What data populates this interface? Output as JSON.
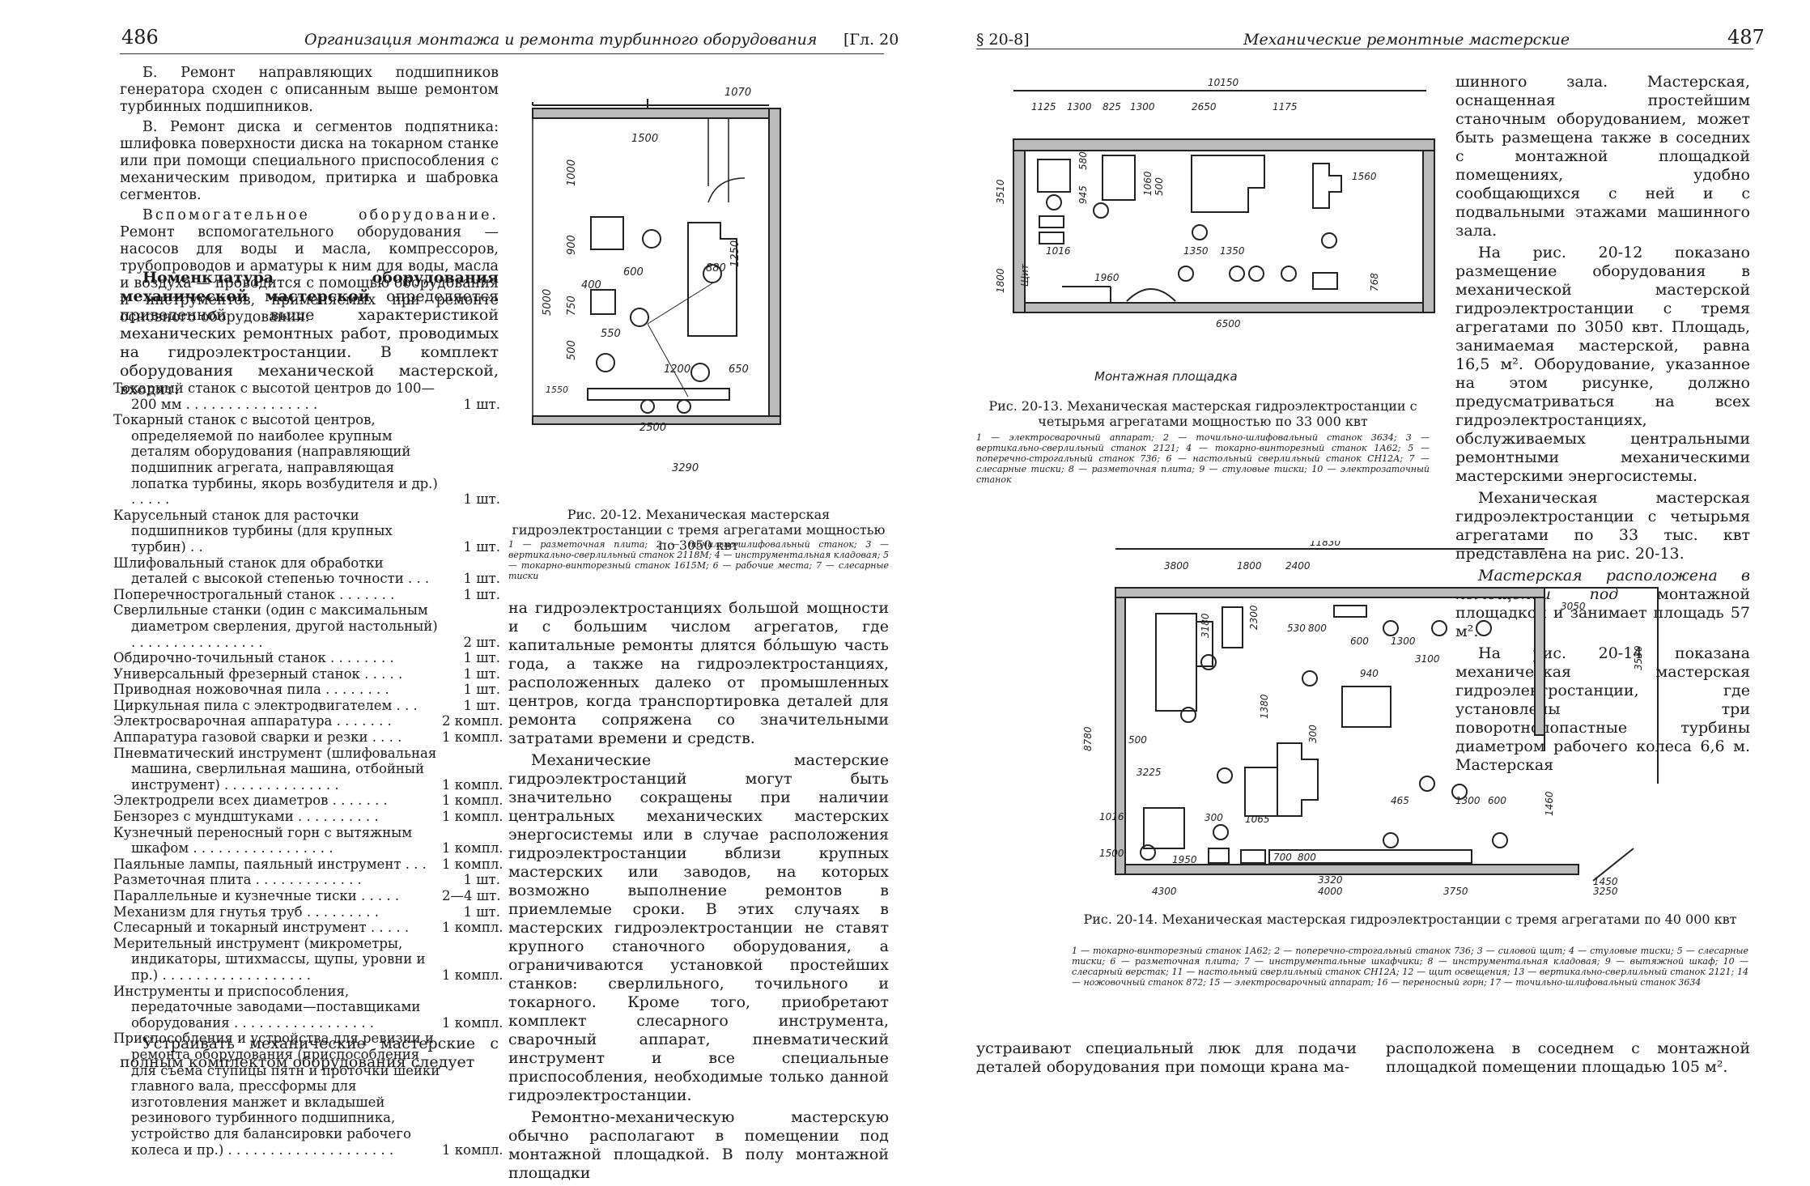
{
  "left_page": {
    "page_number": "486",
    "running_title": "Организация монтажа и ремонта турбинного оборудования",
    "chapter": "[Гл. 20",
    "para_b": "Б. Ремонт направляющих подшипников генератора сходен с описанным выше ремонтом турбинных подшипников.",
    "para_v": "В. Ремонт диска и сегментов подпятника: шлифовка поверхности диска на токарном станке или при помощи специального приспособления с механическим приводом, притирка и шабровка сегментов.",
    "aux_heading": "Вспомогательное оборудование.",
    "aux_text": "Ремонт вспомогательного оборудования — насосов для воды и масла, компрессоров, трубопроводов и арматуры к ним для воды, масла и воздуха — проводится с помощью оборудования и инструментов, применяемых при ремонте основного оборудования.",
    "nomen_heading": "Номенклатура оборудования механической мастерской",
    "nomen_text": "определяется приведенной выше характеристикой механических ремонтных работ, проводимых на гидроэлектростанции. В комплект оборудования механической мастерской, входят:",
    "equipment": [
      {
        "name": "Токарный станок с высотой центров до 100—200 мм . . . . . . . . . . . . . . . .",
        "qty": "1 шт."
      },
      {
        "name": "Токарный станок с высотой центров, определяемой по наиболее крупным деталям оборудования (направляющий подшипник агрегата, направляющая лопатка турбины, якорь возбудителя и др.) . . . . .",
        "qty": "1 шт."
      },
      {
        "name": "Карусельный станок для расточки подшипников турбины (для крупных турбин) . .",
        "qty": "1 шт."
      },
      {
        "name": "Шлифовальный станок для обработки деталей с высокой степенью точности . . .",
        "qty": "1 шт."
      },
      {
        "name": "Поперечнострогальный станок . . . . . . .",
        "qty": "1 шт."
      },
      {
        "name": "Сверлильные станки (один с максимальным диаметром сверления, другой настольный) . . . . . . . . . . . . . . . .",
        "qty": "2 шт."
      },
      {
        "name": "Обдирочно-точильный станок . . . . . . . .",
        "qty": "1 шт."
      },
      {
        "name": "Универсальный фрезерный станок . . . . .",
        "qty": "1 шт."
      },
      {
        "name": "Приводная ножовочная пила . . . . . . . .",
        "qty": "1 шт."
      },
      {
        "name": "Циркульная пила с электродвигателем . . .",
        "qty": "1 шт."
      },
      {
        "name": "Электросварочная аппаратура . . . . . . .",
        "qty": "2 компл."
      },
      {
        "name": "Аппаратура газовой сварки и резки . . . .",
        "qty": "1 компл."
      },
      {
        "name": "Пневматический инструмент (шлифовальная машина, сверлильная машина, отбойный инструмент) . . . . . . . . . . . . . .",
        "qty": "1 компл."
      },
      {
        "name": "Электродрели всех диаметров . . . . . . .",
        "qty": "1 компл."
      },
      {
        "name": "Бензорез с мундштуками . . . . . . . . . .",
        "qty": "1 компл."
      },
      {
        "name": "Кузнечный переносный горн с вытяжным шкафом . . . . . . . . . . . . . . . . .",
        "qty": "1 компл."
      },
      {
        "name": "Паяльные лампы, паяльный инструмент . . .",
        "qty": "1 компл."
      },
      {
        "name": "Разметочная плита . . . . . . . . . . . . .",
        "qty": "1 шт."
      },
      {
        "name": "Параллельные и кузнечные тиски . . . . .",
        "qty": "2—4 шт."
      },
      {
        "name": "Механизм для гнутья труб . . . . . . . . .",
        "qty": "1 шт."
      },
      {
        "name": "Слесарный и токарный инструмент . . . . .",
        "qty": "1 компл."
      },
      {
        "name": "Мерительный инструмент (микрометры, индикаторы, штихмассы, щупы, уровни и пр.) . . . . . . . . . . . . . . . . . .",
        "qty": "1 компл."
      },
      {
        "name": "Инструменты и приспособления, передаточные заводами—поставщиками оборудования . . . . . . . . . . . . . . . . .",
        "qty": "1 компл."
      },
      {
        "name": "Приспособления и устройства для ревизии и ремонта оборудования (приспособления для съема ступицы пятн и проточки шейки главного вала, прессформы для изготовления манжет и вкладышей резинового турбинного подшипника, устройство для балансировки рабочего колеса и пр.) . . . . . . . . . . . . . . . . . . . .",
        "qty": "1 компл."
      }
    ],
    "closing_text": "Устраивать механические мастерские с полным комплектом оборудования следует",
    "fig12_caption": "Рис. 20-12. Механическая мастерская гидроэлектростанции с тремя агрегатами мощностью по 3050 квт",
    "fig12_legend": "1 — разметочная плита; 2 — точильно-шлифовальный станок; 3 — вертикально-сверлильный станок 2118М; 4 — инструментальная кладовая; 5 — токарно-винторезный станок 1615М; 6 — рабочие места; 7 — слесарные тиски",
    "fig12_dims": {
      "d1070": "1070",
      "d1500": "1500",
      "d1000": "1000",
      "d900": "900",
      "d600": "600",
      "d400": "400",
      "d750": "750",
      "d500": "500",
      "d550": "550",
      "d1200": "1200",
      "d650": "650",
      "d2500": "2500",
      "d3290": "3290",
      "d5000": "5000",
      "d1250": "1250",
      "d880": "880",
      "d1550": "1550"
    },
    "col2_paras": [
      "на гидроэлектростанциях большой мощности и с большим числом агрегатов, где капитальные ремонты длятся бо́льшую часть года, а также на гидроэлектростанциях, расположенных далеко от промышленных центров, когда транспортировка деталей для ремонта сопряжена со значительными затратами времени и средств.",
      "Механические мастерские гидроэлектростанций могут быть значительно сокращены при наличии центральных механических мастерских энергосистемы или в случае расположения гидроэлектростанции вблизи крупных мастерских или заводов, на которых возможно выполнение ремонтов в приемлемые сроки. В этих случаях в мастерских гидроэлектростанции не ставят крупного станочного оборудования, а ограничиваются установкой простейших станков: сверлильного, точильного и токарного. Кроме того, приобретают комплект слесарного инструмента, сварочный аппарат, пневматический инструмент и все специальные приспособления, необходимые только данной гидроэлектростанции.",
      "Ремонтно-механическую мастерскую обычно располагают в помещении под монтажной площадкой. В полу монтажной площадки"
    ]
  },
  "right_page": {
    "page_number": "487",
    "section": "§ 20-8]",
    "running_title": "Механические ремонтные мастерские",
    "fig13_caption": "Рис. 20-13. Механическая мастерская гидроэлектростанции с четырьмя агрегатами мощностью по 33 000 квт",
    "fig13_legend": "1 — электросварочный аппарат; 2 — точильно-шлифовальный станок 3634; 3 — вертикально-сверлильный станок 2121; 4 — токарно-винторезный станок 1А62; 5 — поперечно-строгальный станок 736; 6 — настольный сверлильный станок СН12А; 7 — слесарные тиски; 8 — разметочная плита; 9 — стуловые тиски; 10 — электрозаточный станок",
    "fig13_label": "Монтажная площадка",
    "fig13_dims": {
      "d10150": "10150",
      "d1125": "1125",
      "d1300": "1300",
      "d825": "825",
      "d1300b": "1300",
      "d2650": "2650",
      "d1175": "1175",
      "d3510": "3510",
      "d1800": "1800",
      "d1960": "1960",
      "d1350": "1350",
      "d1350b": "1350",
      "d6500": "6500",
      "d1016": "1016",
      "d1560": "1560",
      "d945": "945",
      "d580": "580",
      "d1060": "1060",
      "d500": "500",
      "d768": "768",
      "shchit": "Щит"
    },
    "text_paras": [
      "шинного зала. Мастерская, оснащенная простейшим станочным оборудованием, может быть размещена также в соседних с монтажной площадкой помещениях, удобно сообщающихся с ней и с подвальными этажами машинного зала.",
      "На рис. 20-12 показано размещение оборудования в механической мастерской гидроэлектростанции с тремя агрегатами по 3050 квт. Площадь, занимаемая мастерской, равна 16,5 м². Оборудование, указанное на этом рисунке, должно предусматриваться на всех гидроэлектростанциях, обслуживаемых центральными ремонтными механическими мастерскими энергосистемы.",
      "Механическая мастерская гидроэлектростанции с четырьмя агрегатами по 33 тыс. квт представлена на рис. 20-13."
    ],
    "italic_para": "Мастерская расположена в помещении под",
    "italic_para_rest": "монтажной площадкой и занимает площадь 57 м².",
    "fig14_intro": "На рис. 20-14 показана механическая мастерская гидроэлектростанции, где установлены три поворотнолопастные турбины диаметром рабочего колеса 6,6 м. Мастерская",
    "fig14_caption": "Рис. 20-14. Механическая мастерская гидроэлектростанции с тремя агрегатами по 40 000 квт",
    "fig14_legend": "1 — токарно-винторезный станок 1А62; 2 — поперечно-строгальный станок 736; 3 — силовой щит; 4 — стуловые тиски; 5 — слесарные тиски; 6 — разметочная плита; 7 — инструментальные шкафчики; 8 — инструментальная кладовая; 9 — вытяжной шкаф; 10 — слесарный верстак; 11 — настольный сверлильный станок СН12А; 12 — щит освещения; 13 — вертикально-сверлильный станок 2121; 14 — ножовочный станок 872; 15 — электросварочный аппарат; 16 — переносный горн; 17 — точильно-шлифовальный станок 3634",
    "fig14_dims": {
      "d11830": "11830",
      "d3800": "3800",
      "d1800": "1800",
      "d2400": "2400",
      "d3050": "3050",
      "d3180": "3180",
      "d2300": "2300",
      "d530": "530",
      "d800": "800",
      "d600": "600",
      "d1300": "1300",
      "d3100": "3100",
      "d940": "940",
      "d3530": "3530",
      "d8780": "8780",
      "d1380": "1380",
      "d500": "500",
      "d3225": "3225",
      "d300": "300",
      "d1065": "1065",
      "d465": "465",
      "d1300b": "1300",
      "d600b": "600",
      "d1460": "1460",
      "d1016": "1016",
      "d1500": "1500",
      "d1950": "1950",
      "d3320": "3320",
      "d4000": "4000",
      "d3750": "3750",
      "d1450": "1450",
      "d3250": "3250",
      "d4300": "4300",
      "d300b": "300",
      "d700": "700",
      "d800b": "800"
    },
    "bottom_col1": "устраивают специальный люк для подачи деталей оборудования при помощи крана ма-",
    "bottom_col2": "расположена в соседнем с монтажной площадкой помещении площадью 105 м²."
  }
}
